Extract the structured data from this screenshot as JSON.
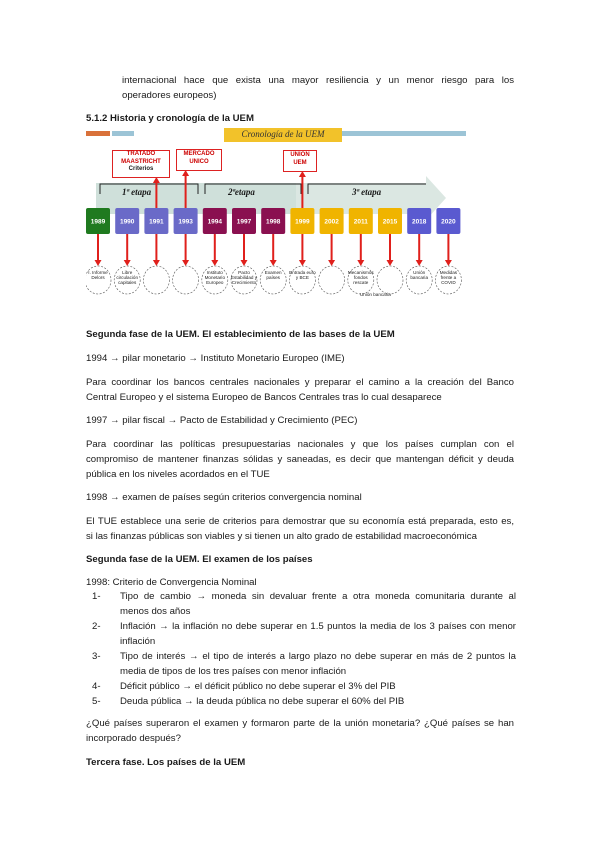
{
  "intro_line1": "internacional hace que exista una mayor resiliencia y un menor riesgo para los",
  "intro_line2": "operadores europeos)",
  "section_heading": "5.1.2 Historia y cronología de la UEM",
  "diagram": {
    "title": "Cronología de la UEM",
    "callouts": {
      "maastricht": [
        "TRATADO",
        "MAASTRICHT",
        "Criterios"
      ],
      "mercado": [
        "MERCADO",
        "UNICO"
      ],
      "union": [
        "UNION",
        "UEM"
      ]
    },
    "stages": [
      "1ª etapa",
      "2ªetapa",
      "3ª etapa"
    ],
    "years": [
      "1989",
      "1990",
      "1991",
      "1993",
      "1994",
      "1997",
      "1998",
      "1999",
      "2002",
      "2011",
      "2015",
      "2018",
      "2020"
    ],
    "year_colors": [
      "#1f7a1f",
      "#6a6ac8",
      "#6a6ac8",
      "#6a6ac8",
      "#8a1050",
      "#8a1050",
      "#8a1050",
      "#f0b400",
      "#f0b400",
      "#f0b400",
      "#f0b400",
      "#5a5ad0",
      "#5a5ad0"
    ],
    "notes": [
      "I. Informe Delors",
      "Libre circulación capitales",
      "",
      "",
      "Instituto Monetario Europeo",
      "Pacto Estabilidad y Crecimiento",
      "Examen países",
      "Entrada euro y BCE",
      "",
      "Mecanismos fondos rescate",
      "",
      "Unión bancaria",
      "Medidas frente a COVID"
    ],
    "note_extra": "Unión bancaria"
  },
  "h_fase2": "Segunda fase de la UEM. El establecimiento de las bases de la UEM",
  "l_1994": "1994 → pilar monetario → Instituto Monetario Europeo (IME)",
  "p_1994_a": "Para coordinar los bancos centrales nacionales y preparar el camino a la creación del Banco",
  "p_1994_b": "Central Europeo y el sistema Europeo de Bancos Centrales tras lo cual desaparece",
  "l_1997": "1997 → pilar fiscal → Pacto de Estabilidad y Crecimiento (PEC)",
  "p_1997_a": "Para coordinar las políticas presupuestarias nacionales y que los países cumplan con el",
  "p_1997_b": "compromiso de mantener finanzas sólidas y saneadas, es decir que mantengan déficit y deuda",
  "p_1997_c": "pública en los niveles acordados en el TUE",
  "l_1998": "1998 → examen de países según criterios convergencia nominal",
  "p_tue_a": "El TUE establece una serie de criterios para demostrar que su economía está preparada, esto es,",
  "p_tue_b": "si las finanzas públicas son viables y si tienen un alto grado de estabilidad macroeconómica",
  "h_examen": "Segunda fase de la UEM. El examen de los países",
  "l_criterio": "1998: Criterio de Convergencia Nominal",
  "criteria": [
    {
      "num": "1-",
      "l1": "Tipo de cambio → moneda sin devaluar frente a otra moneda comunitaria durante al",
      "l2": "menos dos años"
    },
    {
      "num": "2-",
      "l1": "Inflación → la inflación no debe superar en 1.5 puntos la media de los 3 países con menor",
      "l2": "inflación"
    },
    {
      "num": "3-",
      "l1": "Tipo de interés → el tipo de interés a largo plazo no debe superar en más de 2 puntos la",
      "l2": "media de tipos de los tres países con menor inflación"
    },
    {
      "num": "4-",
      "l1": "Déficit público → el déficit público no debe superar el 3% del PIB",
      "l2": ""
    },
    {
      "num": "5-",
      "l1": "Deuda pública → la deuda pública no debe superar el 60% del PIB",
      "l2": ""
    }
  ],
  "q_a": "¿Qué países superaron el examen y formaron parte de la unión monetaria? ¿Qué países se han",
  "q_b": "incorporado después?",
  "h_tercera": "Tercera fase. Los países de la UEM"
}
